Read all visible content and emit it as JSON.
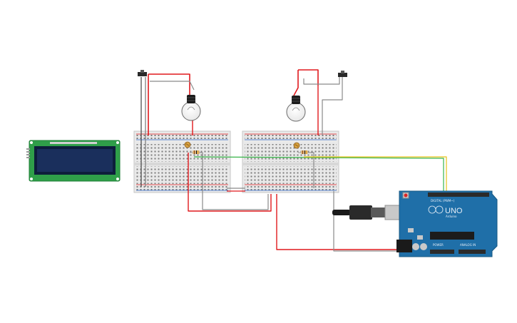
{
  "components": {
    "lcd": {
      "type": "lcd-16x2",
      "pins": 16
    },
    "breadboards": [
      {
        "id": "left"
      },
      {
        "id": "right"
      }
    ],
    "bulbs": [
      {
        "id": "bulb-left"
      },
      {
        "id": "bulb-right"
      }
    ],
    "switches": [
      {
        "id": "switch-left"
      },
      {
        "id": "switch-right"
      }
    ],
    "photoresistors": [
      {
        "id": "ldr-left"
      },
      {
        "id": "ldr-right"
      }
    ],
    "resistors": [
      {
        "id": "resistor-left"
      },
      {
        "id": "resistor-right"
      }
    ],
    "arduino": {
      "board_label": "UNO",
      "brand_label": "Arduino",
      "digital_label": "DIGITAL (PWM~)",
      "power_label": "POWER",
      "analog_label": "ANALOG IN"
    },
    "usb_cable": {
      "connector": "usb-b"
    }
  },
  "wire_colors": {
    "red": "#e0191d",
    "black": "#404040",
    "gray": "#8a8a8a",
    "green": "#38b449",
    "yellow": "#e6c21a",
    "board_blue": "#1f6fa8"
  }
}
